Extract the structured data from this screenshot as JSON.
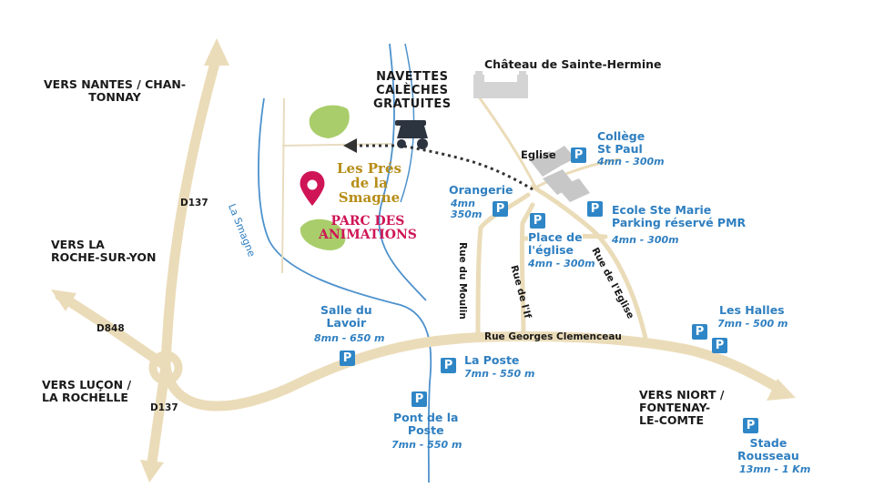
{
  "directions": {
    "nantes": "VERS NANTES / CHAN-\nTONNAY",
    "roche": "VERS LA\nROCHE-SUR-YON",
    "lucon": "VERS LUÇON /\nLA ROCHELLE",
    "niort": "VERS NIORT /\nFONTENAY-\nLE-COMTE"
  },
  "roads": {
    "d137_top": "D137",
    "d848": "D848",
    "d137_bottom": "D137"
  },
  "river": "La Smagne",
  "venue": {
    "name": "Les Prés\nde la\nSmagne",
    "park": "Parc des\nAnimations"
  },
  "shuttle": "NAVETTES\nCALÈCHES\nGRATUITES",
  "chateau": "Château de Sainte-Hermine",
  "eglise": "Eglise",
  "streets": {
    "clemenceau": "Rue Georges Clemenceau",
    "moulin": "Rue du Moulin",
    "if": "Rue de l'If",
    "eglise": "Rue de l'Eglise"
  },
  "parkings": [
    {
      "name": "Collège\nSt Paul",
      "time": "4mn - 300m"
    },
    {
      "name": "Orangerie",
      "time": "4mn\n350m"
    },
    {
      "name": "Ecole Ste Marie\nParking réservé PMR",
      "time": "4mn - 300m"
    },
    {
      "name": "Place de\nl'église",
      "time": "4mn - 300m"
    },
    {
      "name": "Salle du\nLavoir",
      "time": "8mn - 650 m"
    },
    {
      "name": "La Poste",
      "time": "7mn - 550 m"
    },
    {
      "name": "Pont de la\nPoste",
      "time": "7mn - 550 m"
    },
    {
      "name": "Les Halles",
      "time": "7mn - 500 m"
    },
    {
      "name": "Stade\nRousseau",
      "time": "13mn - 1 Km"
    }
  ],
  "parking_symbol": "P",
  "colors": {
    "road": "#ebdcb9",
    "parking_blue": "#2f86c6",
    "label_blue": "#2f7fc0",
    "gold": "#b78d18",
    "pink": "#cf1556",
    "green": "#a9cd6a"
  }
}
